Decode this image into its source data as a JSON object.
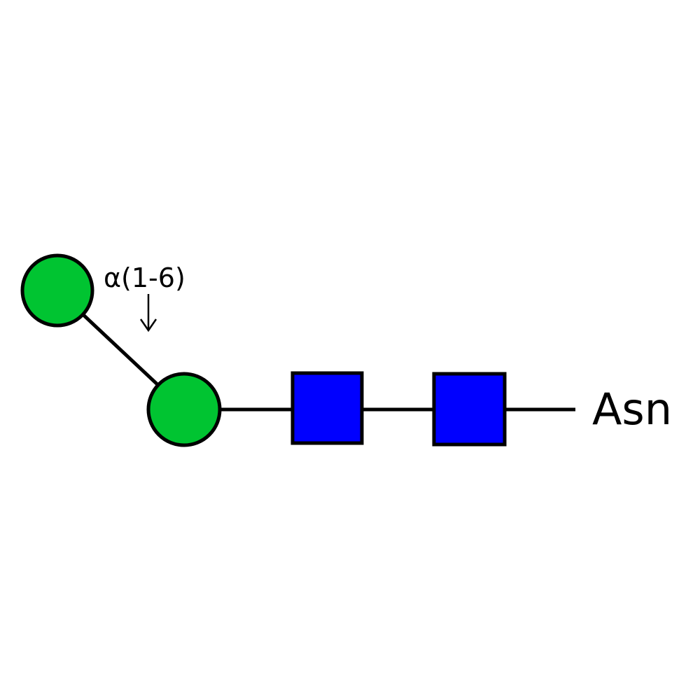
{
  "diagram": {
    "linkage_label": "α(1-6)",
    "terminal_label": "Asn",
    "residues": [
      {
        "id": "mannose-terminal",
        "shape": "circle",
        "color": "#00c431"
      },
      {
        "id": "mannose-core",
        "shape": "circle",
        "color": "#00c431"
      },
      {
        "id": "glcnac-1",
        "shape": "square",
        "color": "#0000ff"
      },
      {
        "id": "glcnac-2",
        "shape": "square",
        "color": "#0000ff"
      }
    ],
    "arrow_icon": "down-arrow-icon"
  }
}
